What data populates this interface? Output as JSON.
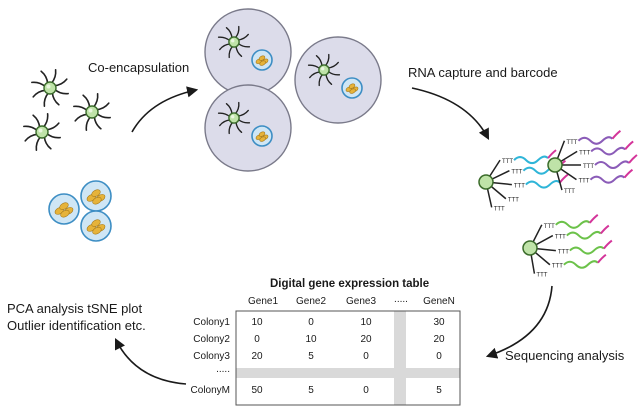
{
  "labels": {
    "coencapsulation": "Co-encapsulation",
    "rna_capture": "RNA capture and barcode",
    "sequencing": "Sequencing analysis",
    "analysis_line1": "PCA analysis tSNE plot",
    "analysis_line2": "Outlier identification etc."
  },
  "table": {
    "title": "Digital gene expression table",
    "columns": [
      "Gene1",
      "Gene2",
      "Gene3",
      ".....",
      "GeneN"
    ],
    "rows": [
      {
        "label": "Colony1",
        "values": [
          "10",
          "0",
          "10",
          "",
          "30"
        ]
      },
      {
        "label": "Colony2",
        "values": [
          "0",
          "10",
          "20",
          "",
          "20"
        ]
      },
      {
        "label": "Colony3",
        "values": [
          "20",
          "5",
          "0",
          "",
          "0"
        ]
      },
      {
        "label": ".....",
        "values": [
          "",
          "",
          "",
          "",
          ""
        ]
      },
      {
        "label": "ColonyM",
        "values": [
          "50",
          "5",
          "0",
          "",
          "5"
        ]
      }
    ]
  },
  "barcode_text": "TTT",
  "colors": {
    "cell_fill": "#bfe3a8",
    "cell_stroke": "#3a6b2a",
    "droplet_fill": "#dcdcea",
    "droplet_stroke": "#7a7a8a",
    "bead_fill": "#cfe6f5",
    "bead_stroke": "#3d8ec4",
    "yeast": "#e6b33a",
    "strand_cyan": "#2fb5d8",
    "strand_magenta": "#d4359a",
    "strand_purple": "#8b5cb8",
    "strand_green": "#6cc24a",
    "grid_gray": "#d9d9d9"
  }
}
